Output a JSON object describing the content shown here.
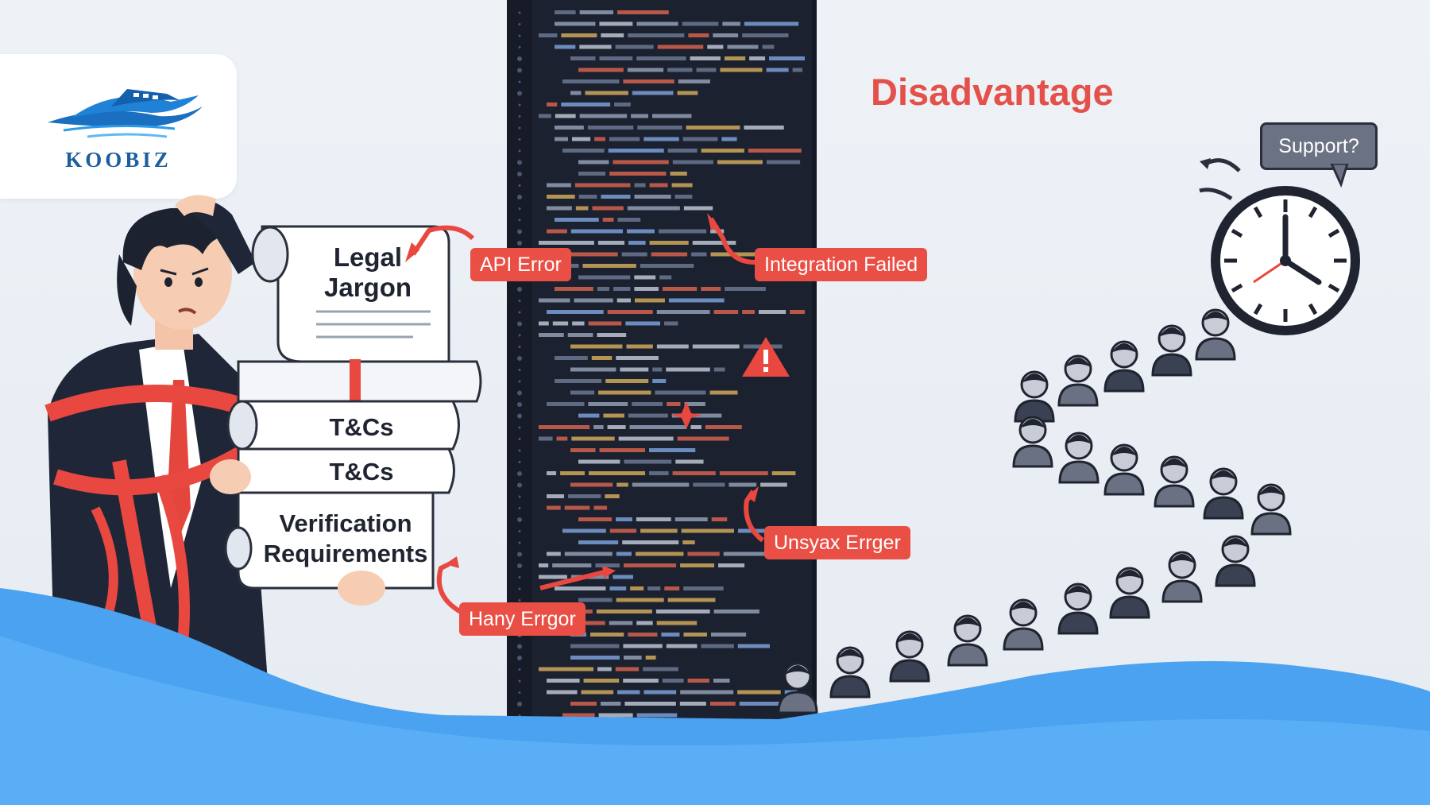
{
  "brand": {
    "logo_text": "KOOBIZ"
  },
  "heading": "Disadvantage",
  "documents": {
    "legal": "Legal Jargon",
    "tcs_1": "T&Cs",
    "tcs_2": "T&Cs",
    "verification": "Verification Requirements"
  },
  "errors": {
    "api": "API Error",
    "integration": "Integration Failed",
    "unsyax": "Unsyax Errger",
    "hany": "Hany Errgor"
  },
  "support_bubble": "Support?",
  "colors": {
    "accent_red": "#ea4f45",
    "code_bg": "#1c2130",
    "wave_blue": "#4aa2f0",
    "brand_blue": "#1b5f9e"
  }
}
